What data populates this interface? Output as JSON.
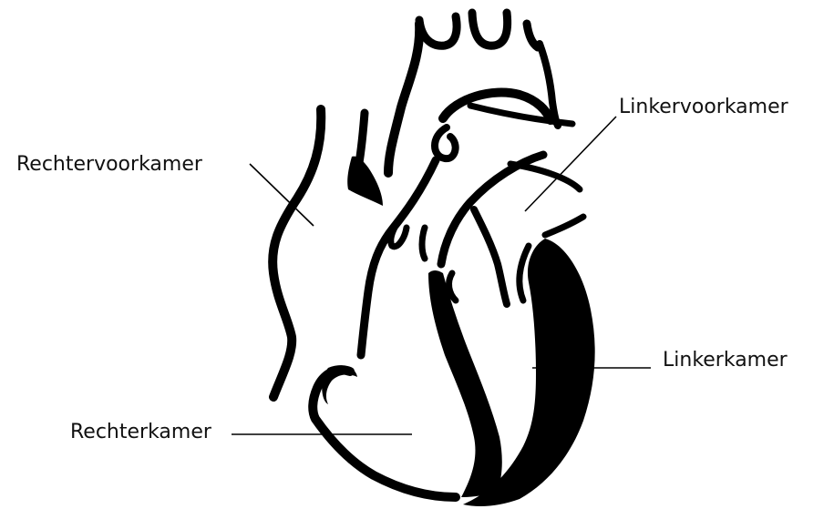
{
  "labels": {
    "rechtervoorkamer": "Rechtervoorkamer",
    "linkervoorkamer": "Linkervoorkamer",
    "linkerkamer": "Linkerkamer",
    "rechterkamer": "Rechterkamer"
  }
}
